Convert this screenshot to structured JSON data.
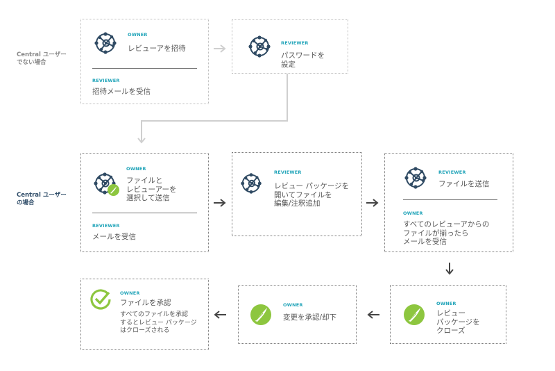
{
  "rows": {
    "non_central": [
      "Central ユーザー",
      "でない場合"
    ],
    "central": [
      "Central ユーザー",
      "の場合"
    ]
  },
  "steps": {
    "invite": {
      "owner_role": "OWNER",
      "owner_text": [
        "レビューアを招待"
      ],
      "reviewer_role": "REVIEWER",
      "reviewer_text": [
        "招待メールを受信"
      ]
    },
    "set_password": {
      "role": "REVIEWER",
      "text": [
        "パスワードを",
        "設定"
      ]
    },
    "select_send": {
      "owner_role": "OWNER",
      "owner_text": [
        "ファイルと",
        "レビューアーを",
        "選択して送信"
      ],
      "reviewer_role": "REVIEWER",
      "reviewer_text": [
        "メールを受信"
      ]
    },
    "open_package": {
      "role": "REVIEWER",
      "text": [
        "レビュー パッケージを",
        "開いてファイルを",
        "編集/注釈追加"
      ]
    },
    "send_files": {
      "reviewer_role": "REVIEWER",
      "reviewer_text": [
        "ファイルを送信"
      ],
      "owner_role": "OWNER",
      "owner_text": [
        "すべてのレビューアからの",
        "ファイルが揃ったら",
        "メールを受信"
      ]
    },
    "close_package": {
      "role": "OWNER",
      "text": [
        "レビュー",
        "パッケージを",
        "クローズ"
      ]
    },
    "approve_reject": {
      "role": "OWNER",
      "text": [
        "変更を承認/却下"
      ]
    },
    "approve_files": {
      "role": "OWNER",
      "title": [
        "ファイルを承認"
      ],
      "note": [
        "すべてのファイルを承認",
        "するとレビュー パッケージ",
        "はクローズされる"
      ]
    }
  },
  "colors": {
    "accent_teal": "#1fa3b8",
    "icon_navy": "#2f4a63",
    "icon_green": "#8dc63f",
    "light_border": "#bdbdbd",
    "dark_border": "#7a7a7a"
  },
  "icons": {
    "network": "network-hub-icon",
    "pen": "pen-icon",
    "check": "check-circle-icon"
  }
}
